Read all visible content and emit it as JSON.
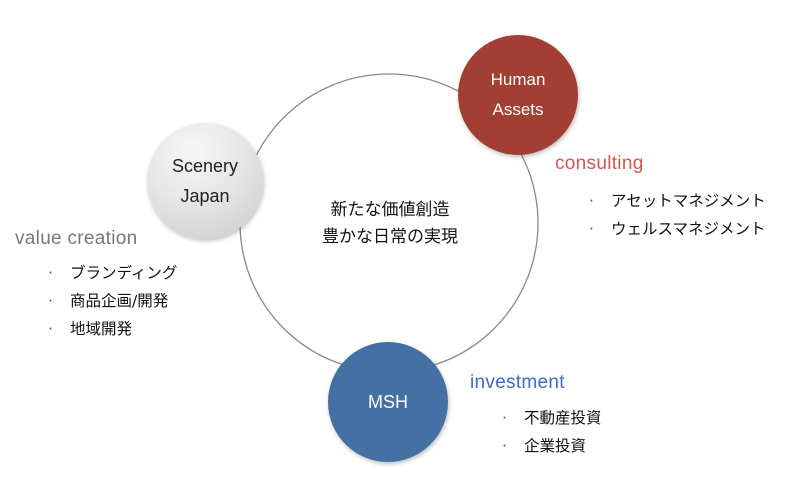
{
  "diagram": {
    "center": {
      "line1": "新たな価値創造",
      "line2": "豊かな日常の実現"
    },
    "nodes": {
      "scenery": {
        "line1": "Scenery",
        "line2": "Japan",
        "color": "#d9d9d9"
      },
      "human": {
        "line1": "Human",
        "line2": "Assets",
        "color": "#a13f33"
      },
      "msh": {
        "line1": "MSH",
        "color": "#4470a4"
      }
    },
    "sections": {
      "value_creation": {
        "title": "value creation",
        "color": "#777777",
        "bullet": "·",
        "items": [
          "ブランディング",
          "商品企画/開発",
          "地域開発"
        ]
      },
      "consulting": {
        "title": "consulting",
        "color": "#d0574f",
        "bullet": "·",
        "items": [
          "アセットマネジメント",
          "ウェルスマネジメント"
        ]
      },
      "investment": {
        "title": "investment",
        "color": "#3f6cc0",
        "bullet": "·",
        "items": [
          "不動産投資",
          "企業投資"
        ]
      }
    },
    "ring_color": "#8a8a8a"
  }
}
